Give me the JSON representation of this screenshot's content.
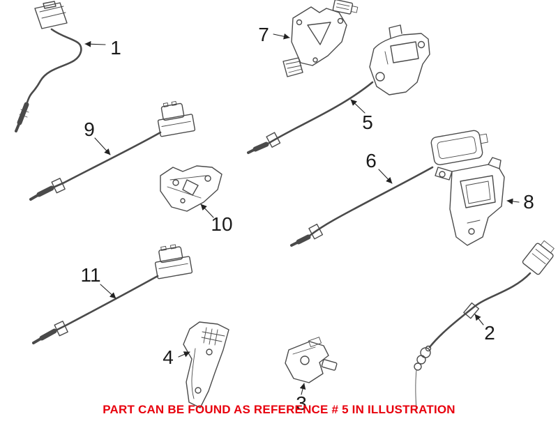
{
  "diagram": {
    "background": "#ffffff",
    "line_color": "#4a4a4a",
    "caption": {
      "text": "PART CAN BE FOUND AS REFERENCE # 5 IN ILLUSTRATION",
      "color": "#e8000d"
    },
    "callouts": [
      {
        "label": "1"
      },
      {
        "label": "2"
      },
      {
        "label": "3"
      },
      {
        "label": "4"
      },
      {
        "label": "5"
      },
      {
        "label": "6"
      },
      {
        "label": "7"
      },
      {
        "label": "8"
      },
      {
        "label": "9"
      },
      {
        "label": "10"
      },
      {
        "label": "11"
      }
    ]
  }
}
